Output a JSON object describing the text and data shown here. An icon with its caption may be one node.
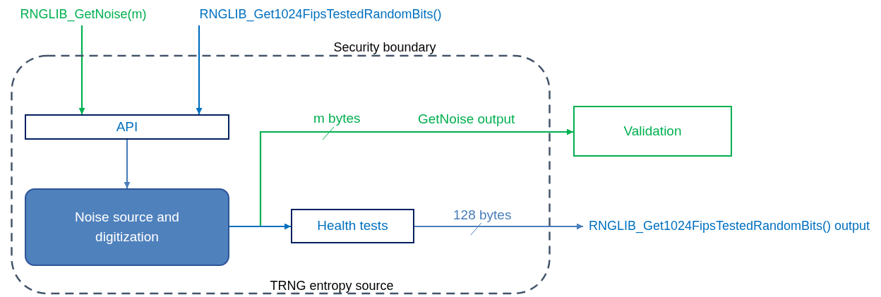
{
  "diagram": {
    "nodes": [
      {
        "text": [
          "Security boundary",
          "TRNG entropy source"
        ]
      },
      {
        "text": [
          "RNGLIB_GetNoise(m)"
        ]
      },
      {
        "text": [
          "RNGLIB_Get1024FipsTestedRandomBits()"
        ]
      },
      {
        "text": [
          "API"
        ],
        "in": 0
      },
      {
        "text": [
          "Noise source and digitization"
        ],
        "in": 0
      },
      {
        "text": [
          "Health tests"
        ],
        "in": 0
      },
      {
        "text": [
          "Validation"
        ]
      },
      {
        "text": [
          "RNGLIB_Get1024FipsTestedRandomBits() output"
        ]
      }
    ],
    "edges": [
      {
        "from": 1,
        "to": 3,
        "arrow": "to",
        "color": "#00b050"
      },
      {
        "from": 2,
        "to": 3,
        "arrow": "to",
        "color": "#0070c0"
      },
      {
        "from": 3,
        "to": 4,
        "arrow": "to",
        "color": "#4a7ebb"
      },
      {
        "from": 4,
        "to": 6,
        "arrow": "to",
        "label": "GetNoise output",
        "color": "#00b050"
      },
      {
        "from": 4,
        "to": 5,
        "arrow": "to",
        "color": "#0070c0"
      },
      {
        "from": 5,
        "to": 7,
        "arrow": "to",
        "label": "128 bytes",
        "color": "#4a7ebb"
      }
    ],
    "labels": [
      "m bytes"
    ]
  }
}
